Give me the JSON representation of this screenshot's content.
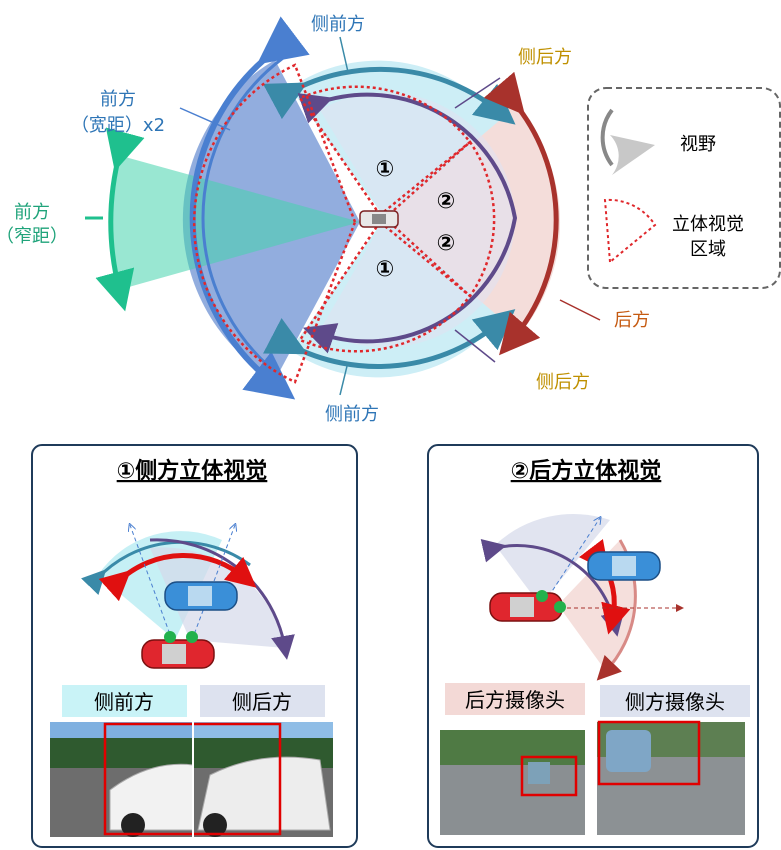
{
  "top_diagram": {
    "labels": {
      "front_wide_line1": "前方",
      "front_wide_line2": "（宽距）x2",
      "front_narrow_line1": "前方",
      "front_narrow_line2": "（窄距）",
      "side_front_top": "侧前方",
      "side_front_bottom": "侧前方",
      "side_rear_top": "侧后方",
      "side_rear_bottom": "侧后方",
      "rear": "后方",
      "zone_1_top": "①",
      "zone_1_bottom": "①",
      "zone_2_top": "②",
      "zone_2_bottom": "②"
    },
    "colors": {
      "front_wide": "#4a7fd0",
      "front_narrow": "#1fc08e",
      "side_front": "#3a8aa8",
      "side_rear": "#5e4a8a",
      "rear": "#a8322c",
      "stereo_zone": "#e0282c",
      "label_blue": "#2e75b6",
      "label_gold": "#bf9000",
      "label_teal": "#1fa37a",
      "label_orange": "#c55a11"
    }
  },
  "legend": {
    "fov_label": "视野",
    "stereo_label_line1": "立体视觉",
    "stereo_label_line2": "区域"
  },
  "panel_side": {
    "title": "①侧方立体视觉",
    "tag_front": "侧前方",
    "tag_rear": "侧后方"
  },
  "panel_rear": {
    "title": "②后方立体视觉",
    "tag_rear_camera": "后方摄像头",
    "tag_side_camera": "侧方摄像头"
  }
}
